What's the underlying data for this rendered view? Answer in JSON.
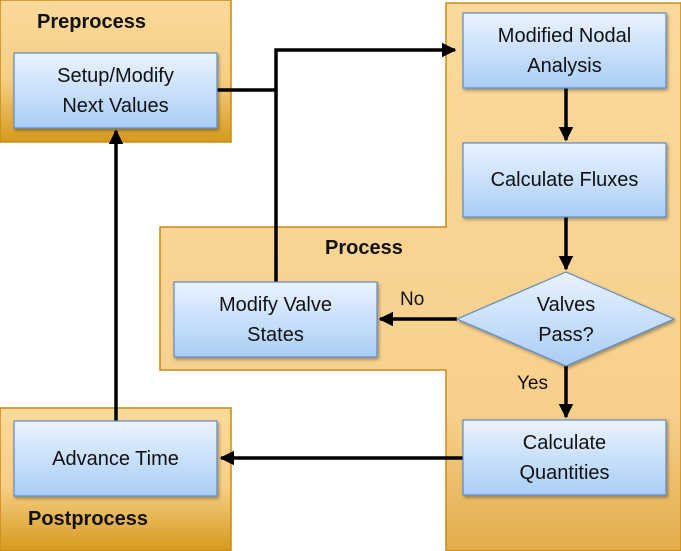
{
  "regions": {
    "preprocess": "Preprocess",
    "process": "Process",
    "postprocess": "Postprocess"
  },
  "nodes": {
    "setup": "Setup/Modify\nNext Values",
    "mna": "Modified Nodal\nAnalysis",
    "fluxes": "Calculate Fluxes",
    "valves": "Valves\nPass?",
    "modify": "Modify Valve\nStates",
    "quantities": "Calculate\nQuantities",
    "advance": "Advance Time"
  },
  "edges": {
    "no": "No",
    "yes": "Yes"
  },
  "colors": {
    "region_top": "#fbd99a",
    "region_bottom": "#d59a1c",
    "region_border": "#c88a16",
    "box_top": "#eaf3ff",
    "box_bottom": "#a9cdf6",
    "box_border": "#5b8bc9",
    "arrow": "#000000"
  }
}
